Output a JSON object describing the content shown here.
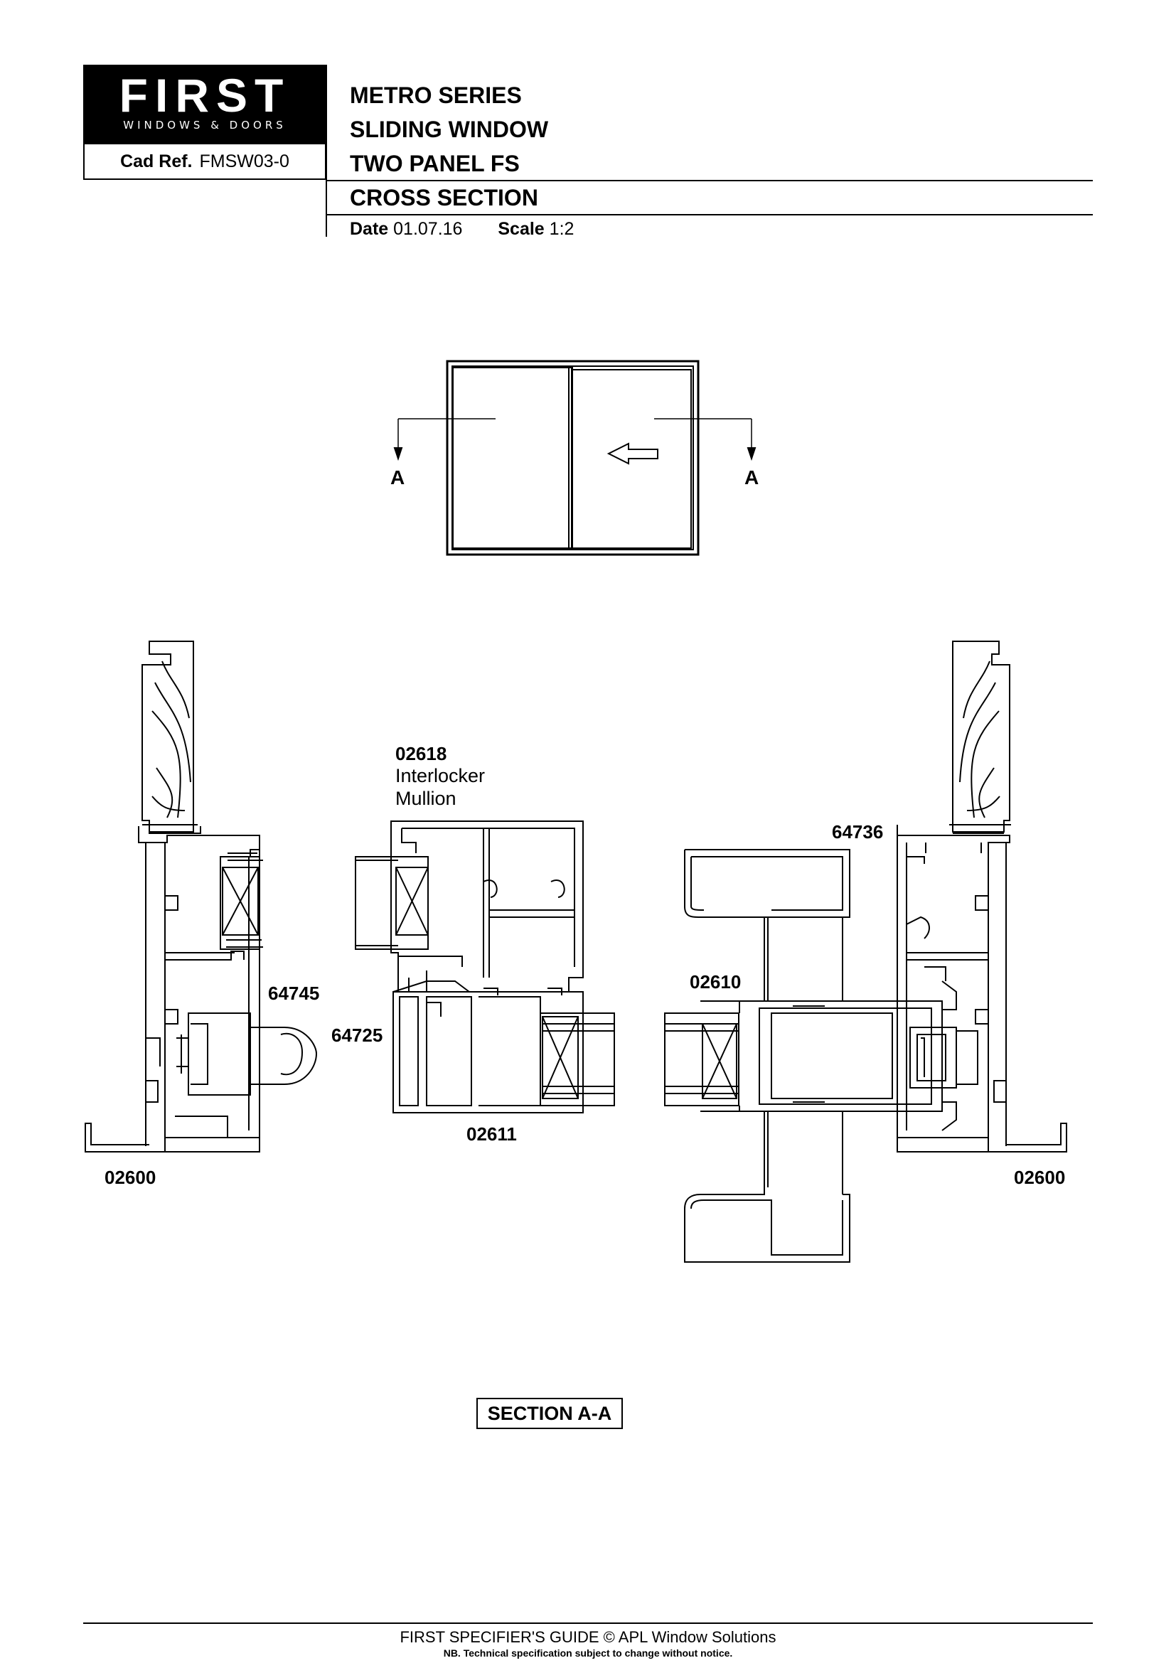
{
  "logo": {
    "word": "FIRST",
    "tagline": "WINDOWS & DOORS"
  },
  "header": {
    "cad_ref_label": "Cad Ref.",
    "cad_ref_value": "FMSW03-0",
    "title_lines": [
      "METRO SERIES",
      "SLIDING WINDOW",
      "TWO PANEL FS",
      "CROSS SECTION"
    ],
    "date_label": "Date",
    "date_value": "01.07.16",
    "scale_label": "Scale",
    "scale_value": "1:2"
  },
  "elevation": {
    "section_marker_left": "A",
    "section_marker_right": "A"
  },
  "callouts": {
    "mullion_code": "02618",
    "mullion_name_1": "Interlocker",
    "mullion_name_2": "Mullion",
    "c64745": "64745",
    "c64725": "64725",
    "c02611": "02611",
    "c02610": "02610",
    "c64736": "64736",
    "c02600_left": "02600",
    "c02600_right": "02600"
  },
  "section_title": "SECTION A-A",
  "footer": {
    "line1": "FIRST SPECIFIER'S GUIDE  © APL Window Solutions",
    "line2": "NB. Technical specification subject to change without notice."
  }
}
